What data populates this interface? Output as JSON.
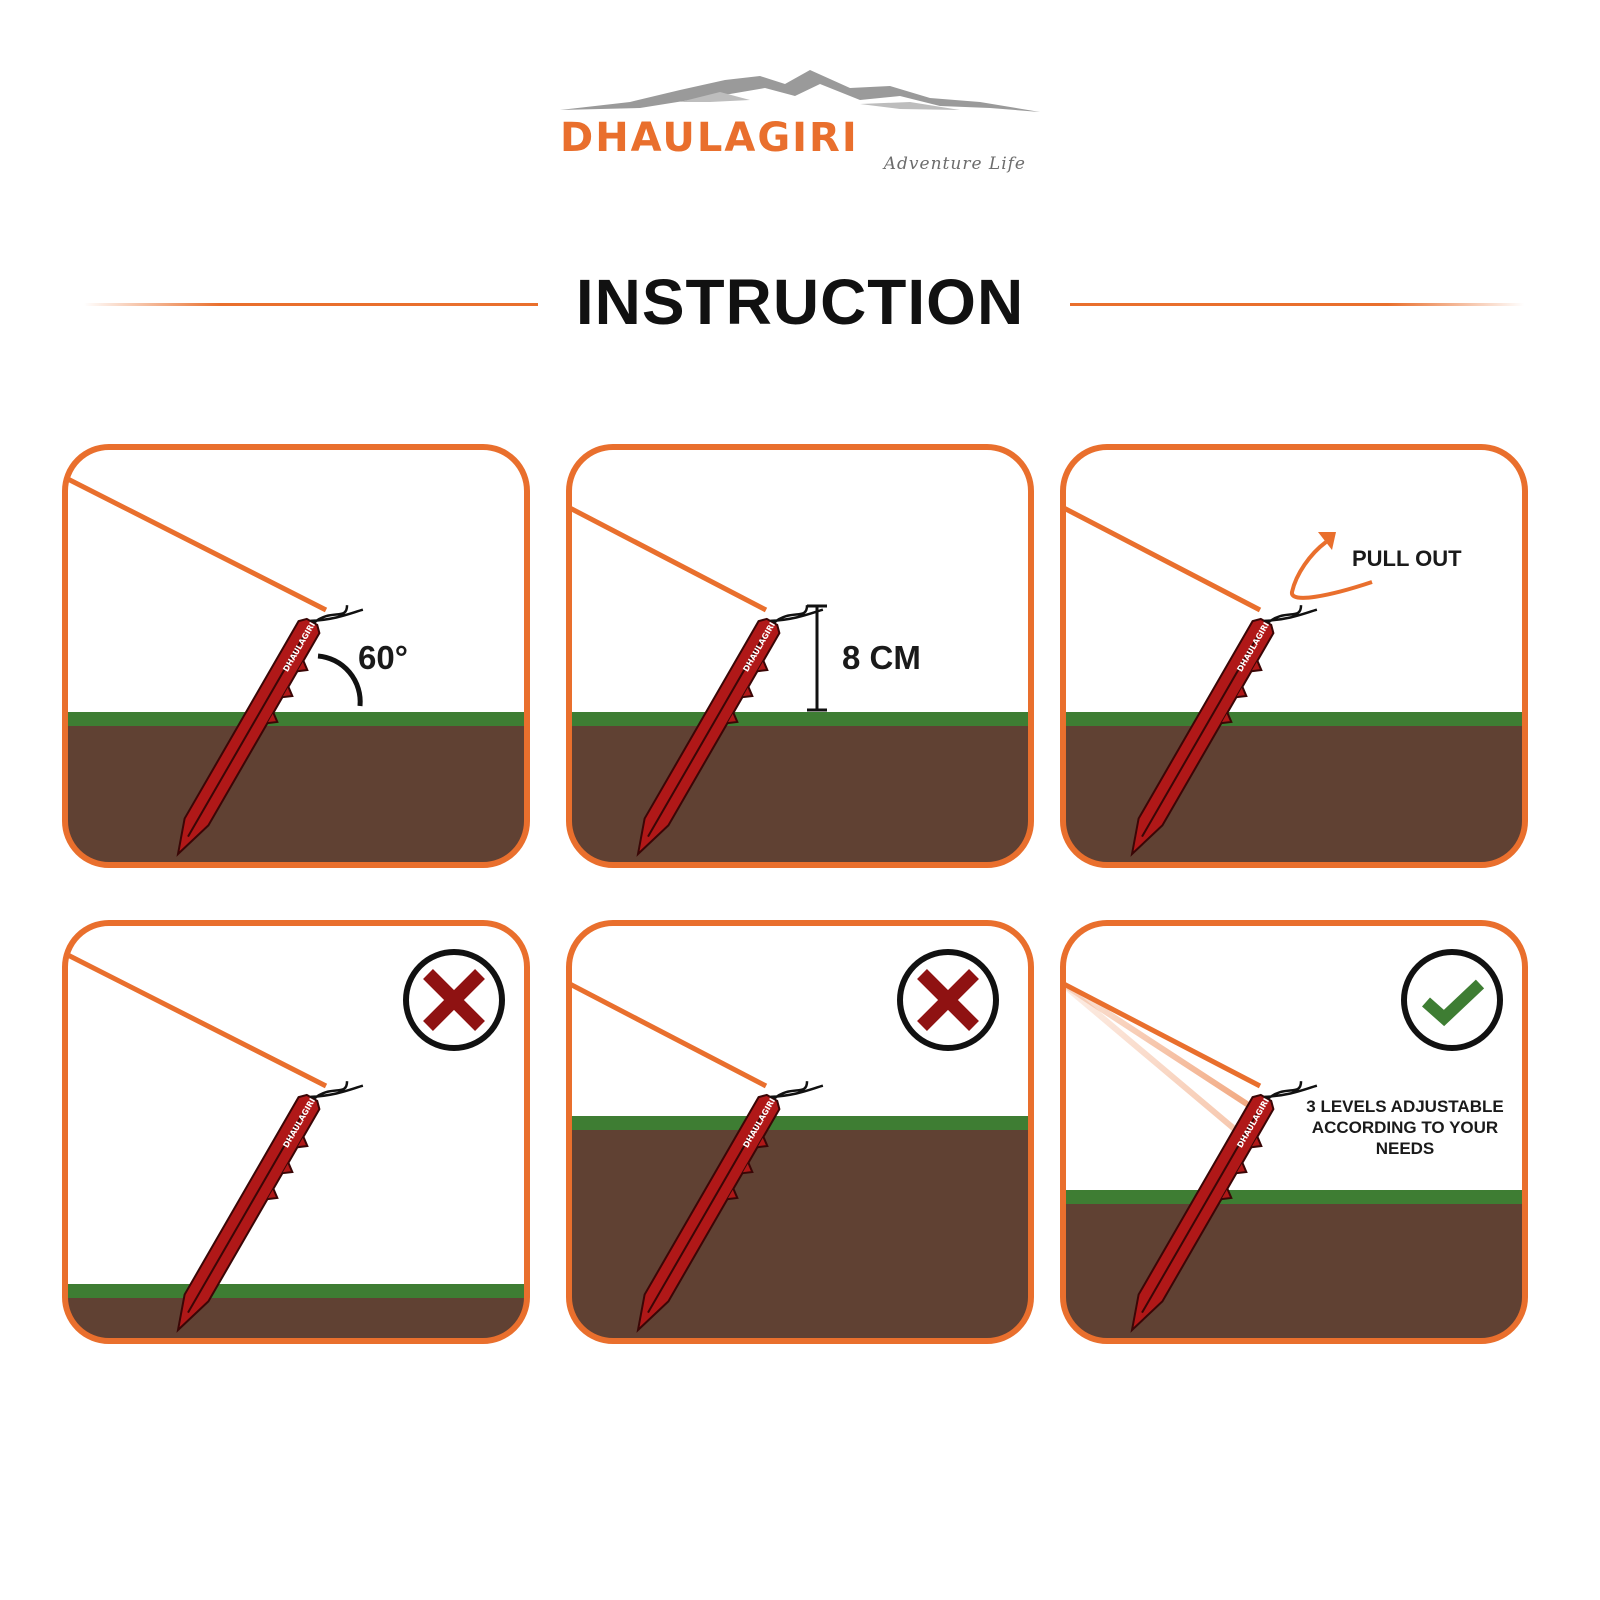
{
  "brand": {
    "name": "DHAULAGIRI",
    "tagline": "Adventure Life",
    "accent_color": "#e96f2d",
    "mountain_color": "#9a9a9a"
  },
  "title": "INSTRUCTION",
  "colors": {
    "panel_border": "#e96f2d",
    "guy_line": "#e96f2d",
    "grass": "#3e7d33",
    "soil": "#604133",
    "peg": "#b01818",
    "peg_outline": "#3a0606",
    "wrong_mark": "#8f1212",
    "right_mark": "#3e7d33"
  },
  "panels": [
    {
      "label": "60°"
    },
    {
      "label": "8 CM"
    },
    {
      "label": "PULL OUT"
    },
    {
      "status_icon": "cross-icon"
    },
    {
      "status_icon": "cross-icon"
    },
    {
      "status_icon": "check-icon",
      "label": "3 LEVELS ADJUSTABLE ACCORDING TO YOUR NEEDS"
    }
  ],
  "peg_text": "DHAULAGIRI"
}
